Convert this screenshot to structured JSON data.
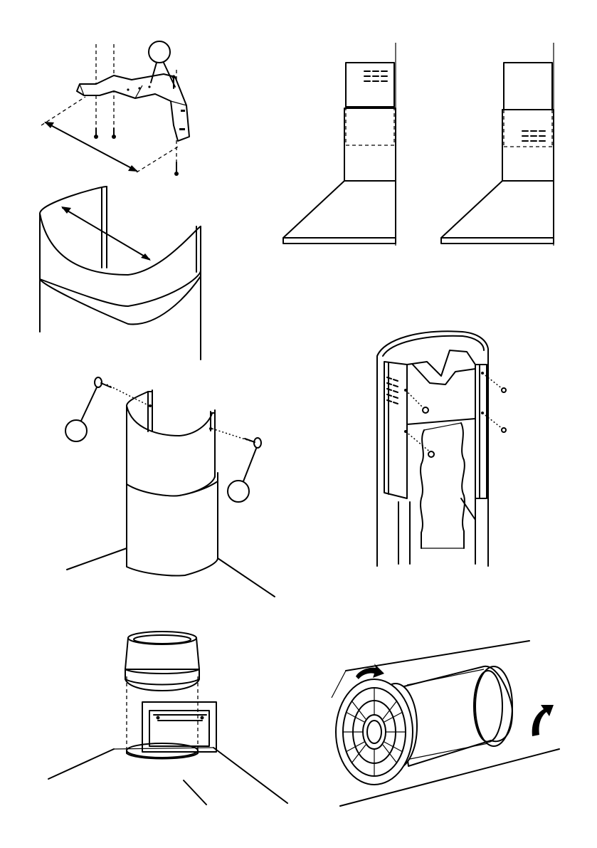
{
  "figures": [
    {
      "id": "bracket-mount"
    },
    {
      "id": "upper-chimney-width"
    },
    {
      "id": "hood-chimney-vent-top"
    },
    {
      "id": "hood-chimney-vent-low"
    },
    {
      "id": "chimney-screw-fixing"
    },
    {
      "id": "chimney-duct-inside"
    },
    {
      "id": "duct-collar-connection"
    },
    {
      "id": "charcoal-filter-twist"
    }
  ],
  "callouts": [
    {
      "id": "callout-bracket-screws",
      "text": ""
    },
    {
      "id": "callout-chimney-screw-left",
      "text": ""
    },
    {
      "id": "callout-chimney-screw-right",
      "text": ""
    }
  ]
}
